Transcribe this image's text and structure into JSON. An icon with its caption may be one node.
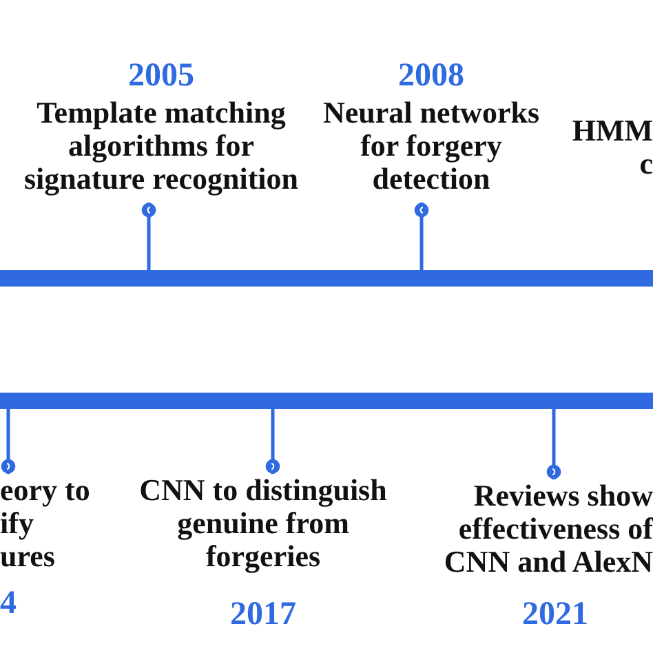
{
  "diagram": {
    "nodes": [
      {
        "text": [
          "2005",
          "Template matching algorithms for signature recognition"
        ]
      },
      {
        "text": [
          "2008",
          "Neural networks for forgery detection"
        ]
      },
      {
        "text": [
          "HMM c"
        ]
      },
      {
        "text": [],
        "shape": "bar"
      },
      {
        "text": [],
        "shape": "bar"
      },
      {
        "text": [
          "eory to ify ures",
          "4"
        ]
      },
      {
        "text": [
          "CNN to distinguish genuine from forgeries",
          "2017"
        ]
      },
      {
        "text": [
          "Reviews show effectiveness of CNN and AlexN",
          "2021"
        ]
      }
    ],
    "edges": [
      {
        "from": 0,
        "to": 3,
        "arrow": "other"
      },
      {
        "from": 1,
        "to": 3,
        "arrow": "other"
      },
      {
        "from": 5,
        "to": 4,
        "arrow": "other"
      },
      {
        "from": 6,
        "to": 4,
        "arrow": "other"
      },
      {
        "from": 7,
        "to": 4,
        "arrow": "other"
      }
    ]
  }
}
